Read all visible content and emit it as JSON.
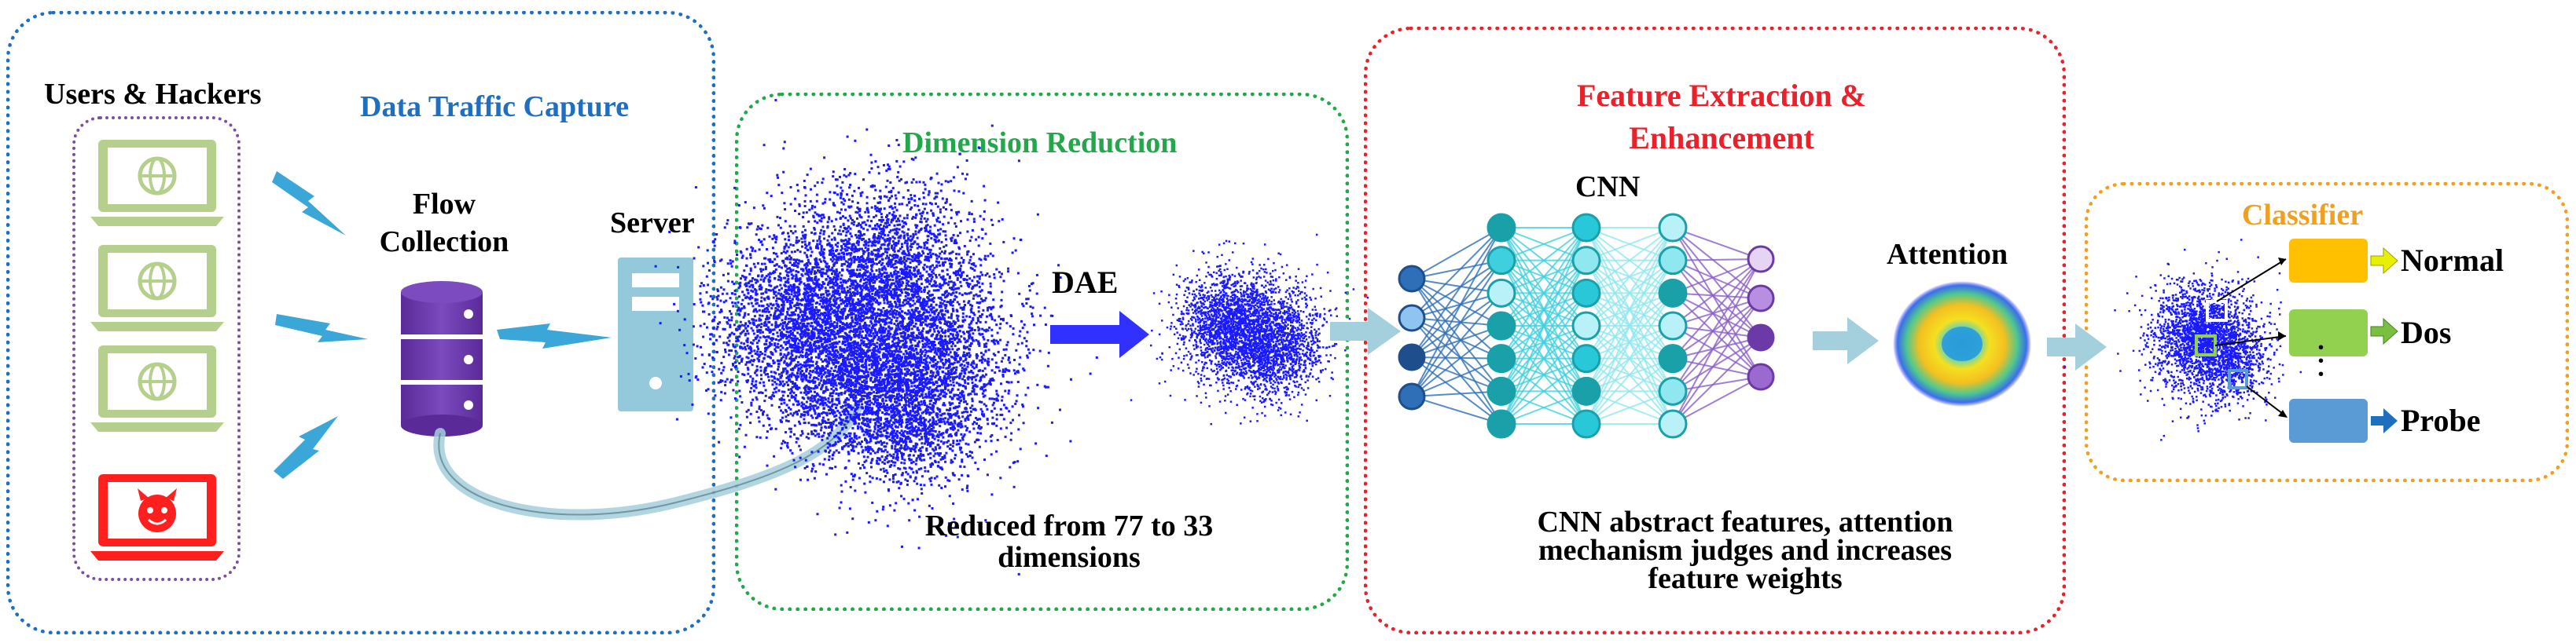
{
  "colors": {
    "capture": "#1f6fc0",
    "reduction": "#22a84a",
    "extraction": "#e8212a",
    "classifier": "#f0a020",
    "point": "#1a1aff",
    "laptop": "#b5cf8c",
    "hacker": "#ff1f1f",
    "database": "#6b3aa8",
    "server": "#93c9da",
    "lightning": "#3aa7d8",
    "arrow": "#a4cfdc",
    "group": "#7a4fa0"
  },
  "capture": {
    "title": "Data Traffic Capture",
    "users_label": "Users & Hackers",
    "flow_line1": "Flow",
    "flow_line2": "Collection",
    "server_label": "Server"
  },
  "reduction": {
    "title": "Dimension Reduction",
    "dae_label": "DAE",
    "caption_line1": "Reduced from 77 to 33",
    "caption_line2": "dimensions"
  },
  "extraction": {
    "title_line1": "Feature Extraction &",
    "title_line2": "Enhancement",
    "cnn_label": "CNN",
    "attention_label": "Attention",
    "caption_line1": "CNN abstract features, attention",
    "caption_line2": "mechanism judges and increases",
    "caption_line3": "feature weights"
  },
  "classifier": {
    "title": "Classifier",
    "classes": [
      {
        "name": "Normal",
        "color": "#ffc000",
        "arrow": "#e8f000"
      },
      {
        "name": "Dos",
        "color": "#92d050",
        "arrow": "#7ac040"
      },
      {
        "name": "Probe",
        "color": "#5b9bd5",
        "arrow": "#1f6fc0"
      }
    ],
    "dots": ". . ."
  },
  "network": {
    "layers": [
      4,
      7,
      7,
      7,
      4
    ],
    "layer_colors": [
      [
        "#2e6fb8",
        "#8fc3f0",
        "#1f4e8c",
        "#2e6fb8"
      ],
      [
        "#1aa0a8",
        "#3fd0e0",
        "#b8f2f8",
        "#1aa0a8",
        "#1aa0a8",
        "#1aa0a8",
        "#1aa0a8"
      ],
      [
        "#28c8d8",
        "#8fe8f0",
        "#28c8d8",
        "#b8f2f8",
        "#28c8d8",
        "#1aa0a8",
        "#28c8d8"
      ],
      [
        "#b8f2f8",
        "#8fe8f0",
        "#1aa0a8",
        "#b8f2f8",
        "#1aa0a8",
        "#8fe8f0",
        "#b8f2f8"
      ],
      [
        "#e6d4f4",
        "#b88fe0",
        "#6b3aa8",
        "#9a6ad0"
      ]
    ]
  }
}
